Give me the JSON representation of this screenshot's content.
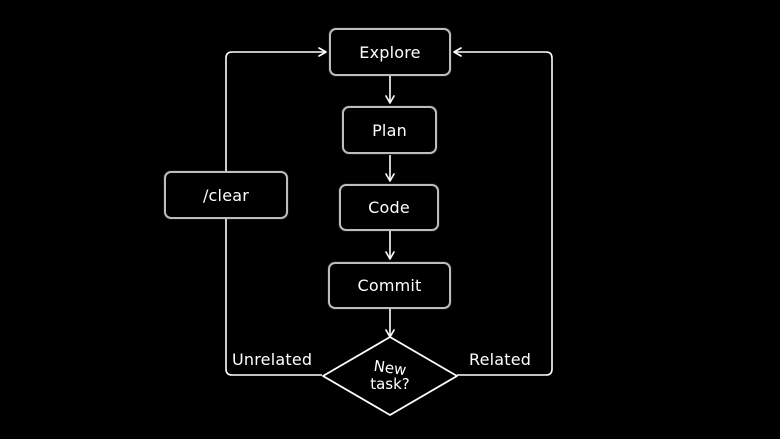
{
  "nodes": {
    "explore": "Explore",
    "plan": "Plan",
    "code": "Code",
    "commit": "Commit",
    "clear": "/clear",
    "decision_line1": "New",
    "decision_line2": "task?"
  },
  "edges": {
    "unrelated": "Unrelated",
    "related": "Related"
  },
  "colors": {
    "background": "#000000",
    "stroke": "#ffffff",
    "box_border": "#bdbdbd",
    "text": "#ffffff"
  }
}
